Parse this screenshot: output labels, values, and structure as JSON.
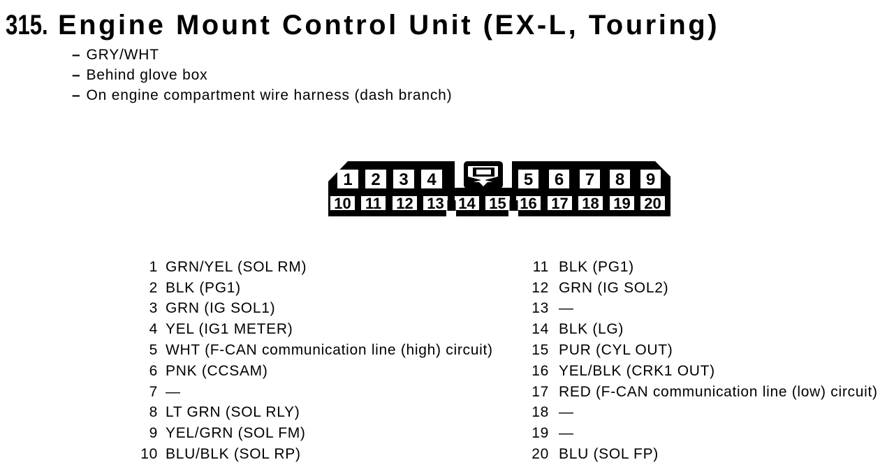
{
  "header": {
    "number": "315.",
    "title": "Engine Mount Control Unit (EX-L, Touring)",
    "note_dash": "–",
    "notes": [
      "GRY/WHT",
      "Behind glove box",
      "On engine compartment wire harness (dash branch)"
    ]
  },
  "connector": {
    "top_left_pins": [
      "1",
      "2",
      "3",
      "4"
    ],
    "top_right_pins": [
      "5",
      "6",
      "7",
      "8",
      "9"
    ],
    "bottom_pins": [
      "10",
      "11",
      "12",
      "13",
      "14",
      "15",
      "16",
      "17",
      "18",
      "19",
      "20"
    ]
  },
  "pin_table": {
    "left": [
      {
        "num": "1",
        "desc": "GRN/YEL (SOL RM)"
      },
      {
        "num": "2",
        "desc": "BLK (PG1)"
      },
      {
        "num": "3",
        "desc": "GRN (IG SOL1)"
      },
      {
        "num": "4",
        "desc": "YEL (IG1 METER)"
      },
      {
        "num": "5",
        "desc": "WHT (F-CAN communication line (high) circuit)"
      },
      {
        "num": "6",
        "desc": "PNK (CCSAM)"
      },
      {
        "num": "7",
        "desc": "—"
      },
      {
        "num": "8",
        "desc": "LT GRN (SOL RLY)"
      },
      {
        "num": "9",
        "desc": "YEL/GRN (SOL FM)"
      },
      {
        "num": "10",
        "desc": "BLU/BLK (SOL RP)"
      }
    ],
    "right": [
      {
        "num": "11",
        "desc": "BLK (PG1)"
      },
      {
        "num": "12",
        "desc": "GRN (IG SOL2)"
      },
      {
        "num": "13",
        "desc": "—"
      },
      {
        "num": "14",
        "desc": "BLK (LG)"
      },
      {
        "num": "15",
        "desc": "PUR (CYL OUT)"
      },
      {
        "num": "16",
        "desc": "YEL/BLK (CRK1 OUT)"
      },
      {
        "num": "17",
        "desc": "RED (F-CAN communication line (low) circuit)"
      },
      {
        "num": "18",
        "desc": "—"
      },
      {
        "num": "19",
        "desc": "—"
      },
      {
        "num": "20",
        "desc": "BLU (SOL FP)"
      }
    ]
  },
  "colors": {
    "ink": "#000000",
    "paper": "#ffffff"
  }
}
